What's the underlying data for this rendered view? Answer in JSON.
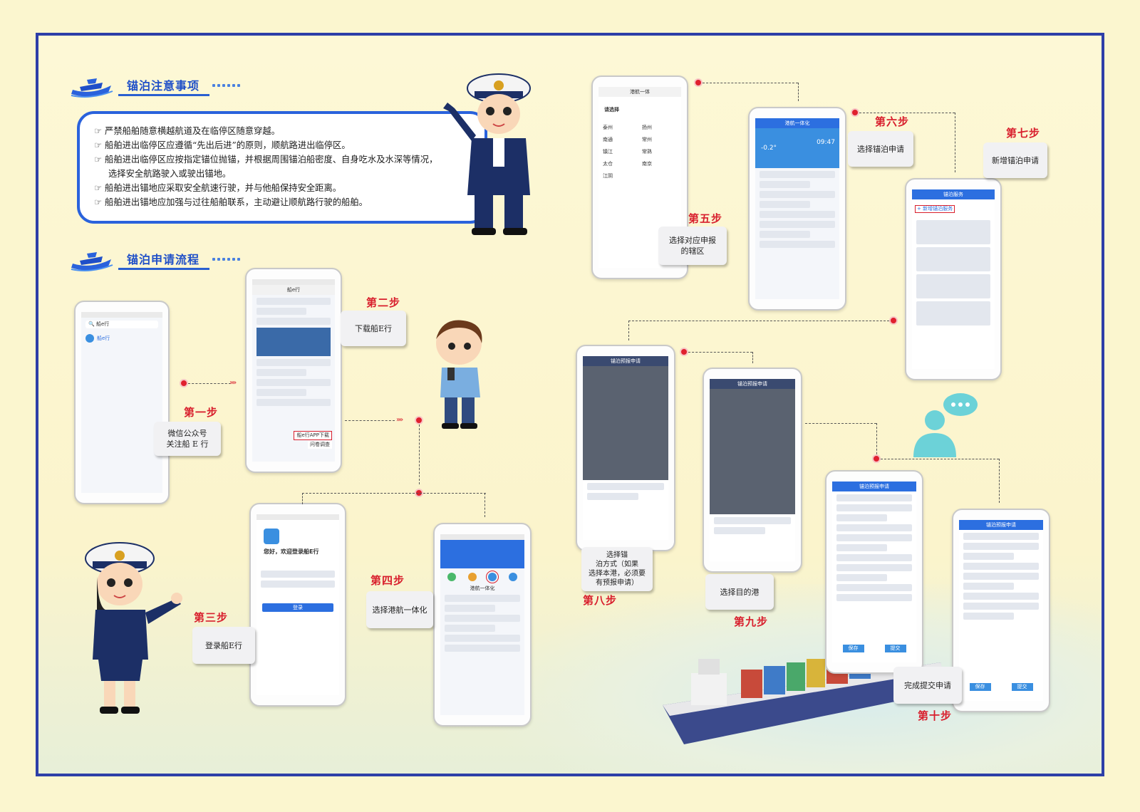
{
  "sections": {
    "notice": {
      "title": "锚泊注意事项"
    },
    "process": {
      "title": "锚泊申请流程"
    }
  },
  "rules": [
    {
      "text": "严禁船舶随意横越航道及在临停区随意穿越。"
    },
    {
      "text": "船舶进出临停区应遵循“先出后进”的原则，顺航路进出临停区。"
    },
    {
      "text": "船舶进出临停区应按指定锚位抛锚，并根据周围锚泊船密度、自身吃水及水深等情况，",
      "cont": "选择安全航路驶入或驶出锚地。"
    },
    {
      "text": "船舶进出锚地应采取安全航速行驶，并与他船保持安全距离。"
    },
    {
      "text": "船舶进出锚地应加强与过往船舶联系，主动避让顺航路行驶的船舶。"
    }
  ],
  "steps": [
    {
      "label": "第一步",
      "desc1": "微信公众号",
      "desc2": "关注船 E 行"
    },
    {
      "label": "第二步",
      "desc1": "下载船E行",
      "desc2": ""
    },
    {
      "label": "第三步",
      "desc1": "登录船E行",
      "desc2": ""
    },
    {
      "label": "第四步",
      "desc1": "选择港航一体化",
      "desc2": ""
    },
    {
      "label": "第五步",
      "desc1": "选择对应申报",
      "desc2": "的辖区"
    },
    {
      "label": "第六步",
      "desc1": "选择锚泊申请",
      "desc2": ""
    },
    {
      "label": "第七步",
      "desc1": "新增锚泊申请",
      "desc2": ""
    },
    {
      "label": "第八步",
      "desc1": "选择锚",
      "desc2": "泊方式（如果",
      "desc3": "选择本港，必须要",
      "desc4": "有预报申请）"
    },
    {
      "label": "第九步",
      "desc1": "选择目的港",
      "desc2": ""
    },
    {
      "label": "第十步",
      "desc1": "完成提交申请",
      "desc2": ""
    }
  ],
  "phones": {
    "p1": {
      "search": "船e行",
      "result": "船e行"
    },
    "p2": {
      "title": "船e行",
      "menu1": "船e行APP下载",
      "menu2": "问卷调查"
    },
    "p3": {
      "welcome": "您好，欢迎登录船E行",
      "login": "登录"
    },
    "p4": {
      "banner": "港航一体化"
    },
    "p5": {
      "title": "港航一体",
      "prompt": "请选择",
      "cities": [
        "泰州",
        "扬州",
        "南通",
        "常州",
        "镇江",
        "常熟",
        "太仓",
        "南京",
        "江阴"
      ]
    },
    "p6": {
      "title": "港航一体化",
      "time": "09:47",
      "temp": "-0.2°"
    },
    "p7": {
      "title": "锚泊服务",
      "add": "+ 新增锚泊服务"
    },
    "p8": {
      "title": "锚泊预报申请"
    },
    "p9": {
      "title": "锚泊预报申请"
    },
    "p10": {
      "title": "锚泊预报申请",
      "btn1": "保存",
      "btn2": "提交"
    },
    "p11": {
      "title": "锚泊预报申请",
      "btn1": "保存",
      "btn2": "提交"
    }
  },
  "colors": {
    "frame": "#2d3fa8",
    "accent": "#d81e2c",
    "blue": "#2a62dc"
  }
}
